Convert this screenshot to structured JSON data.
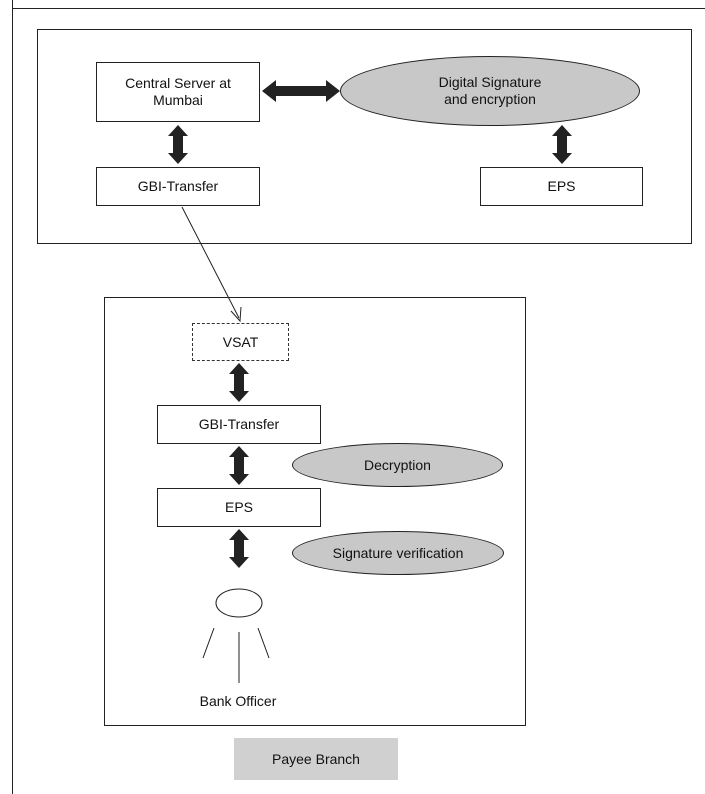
{
  "head_office": {
    "central_server": "Central Server at\nMumbai",
    "digital_signature": "Digital Signature\nand encryption",
    "gbi_transfer": "GBI-Transfer",
    "eps": "EPS"
  },
  "branch": {
    "vsat": "VSAT",
    "gbi_transfer": "GBI-Transfer",
    "eps": "EPS",
    "decryption": "Decryption",
    "signature_verification": "Signature verification",
    "bank_officer": "Bank Officer"
  },
  "footer": {
    "payee_branch": "Payee Branch"
  },
  "colors": {
    "ellipse_fill": "#c8c8c8",
    "label_fill": "#d0d0d0",
    "arrow": "#222222"
  }
}
